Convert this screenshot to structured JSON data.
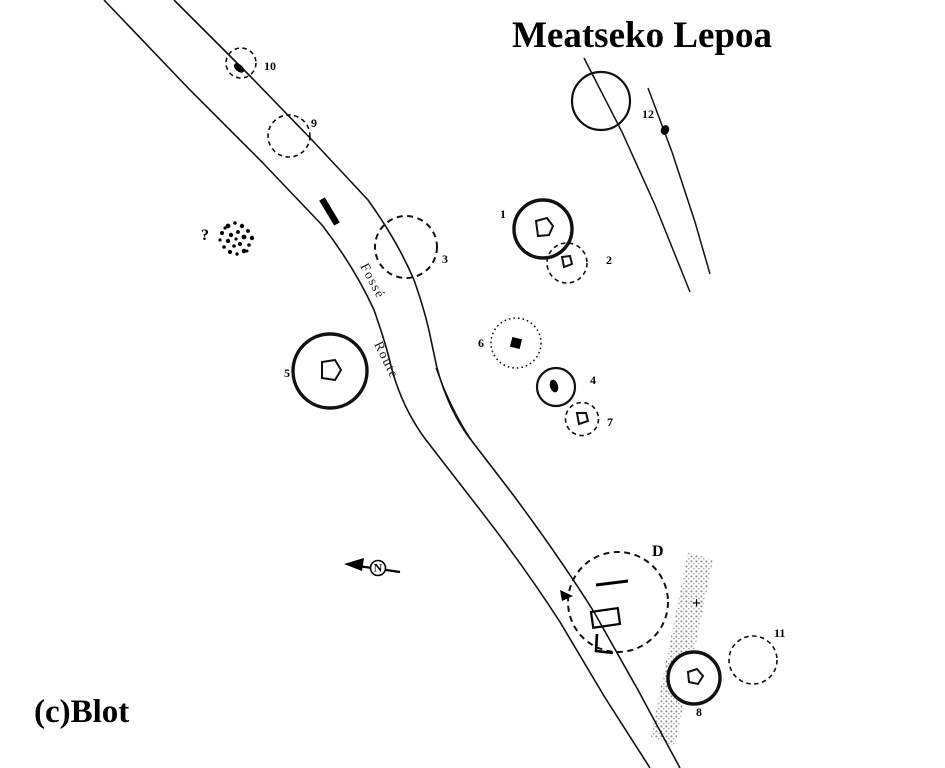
{
  "title": "Meatseko Lepoa",
  "attribution": "(c)Blot",
  "labels": {
    "ditch": "Fossé",
    "road": "Route",
    "north": "N",
    "unknown": "?",
    "cross": "+",
    "dolmen": "D"
  },
  "monuments": [
    {
      "num": "1"
    },
    {
      "num": "2"
    },
    {
      "num": "3"
    },
    {
      "num": "4"
    },
    {
      "num": "5"
    },
    {
      "num": "6"
    },
    {
      "num": "7"
    },
    {
      "num": "8"
    },
    {
      "num": "9"
    },
    {
      "num": "10"
    },
    {
      "num": "11"
    },
    {
      "num": "12"
    }
  ]
}
